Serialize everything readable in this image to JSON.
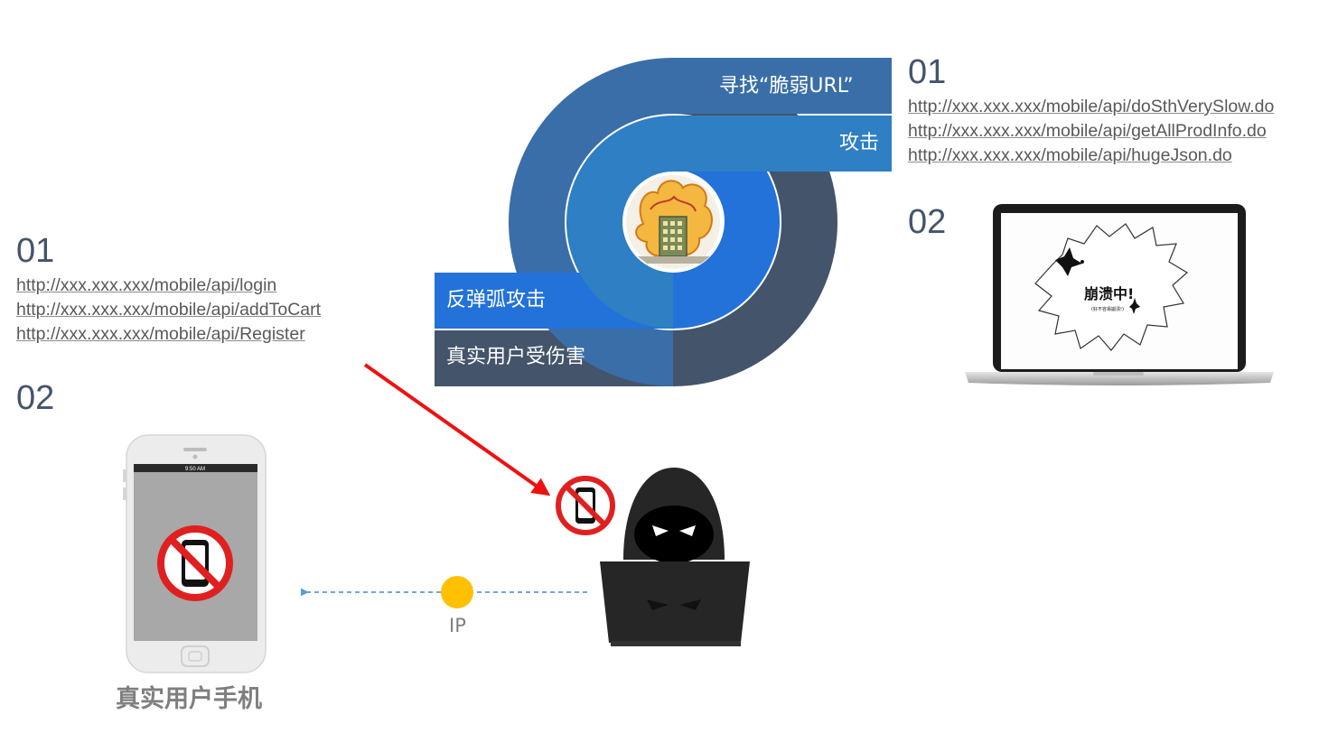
{
  "arc": {
    "label_find": "寻找“脆弱URL”",
    "label_attack": "攻击",
    "label_bounce": "反弹弧攻击",
    "label_victim": "真实用户受伤害"
  },
  "left": {
    "num_01": "01",
    "urls": [
      "http://xxx.xxx.xxx/mobile/api/login",
      "http://xxx.xxx.xxx/mobile/api/addToCart",
      "http://xxx.xxx.xxx/mobile/api/Register"
    ],
    "num_02": "02",
    "phone_status_time": "9:50 AM",
    "phone_caption": "真实用户手机"
  },
  "right": {
    "num_01": "01",
    "urls": [
      "http://xxx.xxx.xxx/mobile/api/doSthVerySlow.do",
      "http://xxx.xxx.xxx/mobile/api/getAllProdInfo.do",
      "http://xxx.xxx.xxx/mobile/api/hugeJson.do"
    ],
    "num_02": "02",
    "laptop_title": "崩溃中!",
    "laptop_subtitle": "(好不容易崩溃!)"
  },
  "ip_label": "IP",
  "colors": {
    "band_outer": "#44546a",
    "band_mid": "#3a6ea8",
    "band_inner": "#2e7fc4",
    "band_core": "#2372d9",
    "arrow": "#ee1111",
    "ip_dot": "#ffc000",
    "dashed_line": "#5b9bd5",
    "number_text": "#44546a"
  }
}
